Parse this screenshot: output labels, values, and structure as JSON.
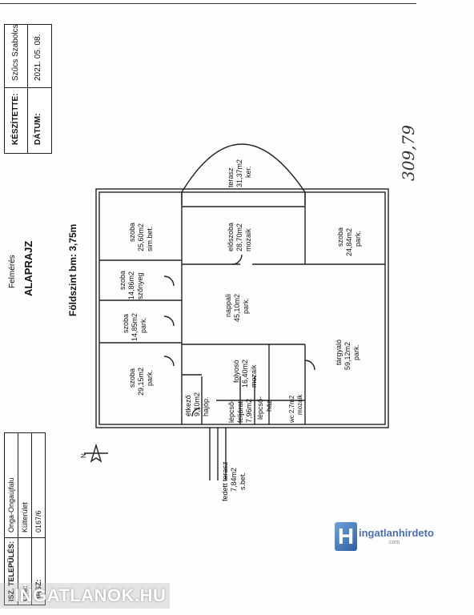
{
  "header": {
    "survey_label": "Felmérés",
    "doc_title": "ALAPRAJZ",
    "floor_title": "Földszint bm: 3,75m",
    "handwritten_ref": "309,79"
  },
  "info_top": {
    "prepared_label": "KÉSZÍTETTE:",
    "prepared_value": "Szűcs Szabolcs",
    "date_label": "DÁTUM:",
    "date_value": "2021. 05. 08."
  },
  "info_bottom": {
    "settlement_label": "ISZ. TELEPÜLÉS:",
    "settlement_value": "Onga-Ongaújfalu",
    "address_label": "CÍM:",
    "address_value": "Külterület",
    "lot_label": "HRSZ:",
    "lot_value": "0167/6"
  },
  "rooms": {
    "terasz": {
      "name": "terasz",
      "area": "31,37m2",
      "floor": "ker."
    },
    "szoba1": {
      "name": "szoba",
      "area": "25,60m2",
      "floor": "sim.bet."
    },
    "eloszoba": {
      "name": "előszoba",
      "area": "28,70m2",
      "floor": "mozaik"
    },
    "szoba2": {
      "name": "szoba",
      "area": "24,84m2",
      "floor": "park."
    },
    "szoba3": {
      "name": "szoba",
      "area": "14,86m2",
      "floor": "szőnyeg"
    },
    "szoba4": {
      "name": "szoba",
      "area": "14,85m2",
      "floor": "park."
    },
    "nappali": {
      "name": "nappali",
      "area": "45,10m2",
      "floor": "park."
    },
    "targyalo": {
      "name": "tárgyaló",
      "area": "59,12m2",
      "floor": "park."
    },
    "szoba5": {
      "name": "szoba",
      "area": "29,15m2",
      "floor": "park."
    },
    "folyoso": {
      "name": "folyosó",
      "area": "16,40m2",
      "floor": "mozaik"
    },
    "etkezo": {
      "name": "étkező",
      "area": "9,10m2",
      "floor": "hajóp."
    },
    "lepcsofeljaro": {
      "name": "lépcső-",
      "name2": "feljárat",
      "area": "7,96m2"
    },
    "lepcsohaz": {
      "name": "lépcső-",
      "name2": "ház"
    },
    "wc": {
      "name": "wc",
      "area": "2,7m2",
      "floor": "mozaik"
    },
    "fedett_terasz": {
      "name": "fedett terasz",
      "area": "7,84m2",
      "floor": "s.bet."
    }
  },
  "compass_label": "N",
  "logo": {
    "initial": "H",
    "text": "ingatlanhirdeto",
    "sub": ".com"
  },
  "watermark": "INGATLANOK.HU"
}
